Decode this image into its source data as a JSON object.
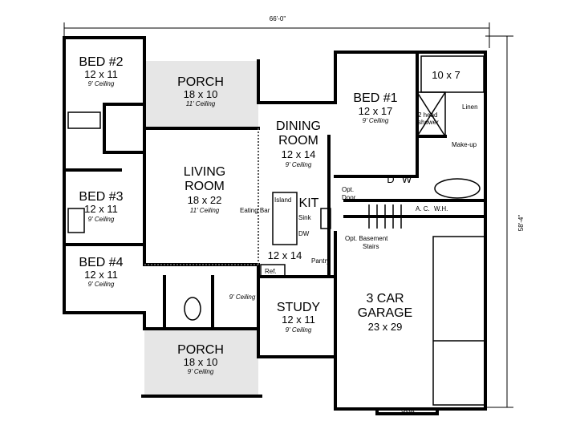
{
  "overall": {
    "width": "66'-0\"",
    "depth": "58'-4\""
  },
  "rooms": {
    "bed2": {
      "name": "BED #2",
      "size": "12 x 11",
      "ceiling": "9' Ceiling"
    },
    "porch_front": {
      "name": "PORCH",
      "size": "18 x 10",
      "ceiling": "11' Ceiling"
    },
    "dining": {
      "name": "DINING",
      "name2": "ROOM",
      "size": "12 x 14",
      "ceiling": "9' Ceiling"
    },
    "bed1": {
      "name": "BED #1",
      "size": "12 x 17",
      "ceiling": "9' Ceiling"
    },
    "closet": {
      "size": "10 x 7"
    },
    "living": {
      "name": "LIVING",
      "name2": "ROOM",
      "size": "18 x 22",
      "ceiling": "11' Ceiling"
    },
    "bed3": {
      "name": "BED #3",
      "size": "12 x 11",
      "ceiling": "9' Ceiling"
    },
    "kitchen": {
      "name": "KIT",
      "size": "12 x 14"
    },
    "bed4": {
      "name": "BED #4",
      "size": "12 x 11",
      "ceiling": "9' Ceiling"
    },
    "hall": {
      "ceiling": "9' Ceiling"
    },
    "study": {
      "name": "STUDY",
      "size": "12 x 11",
      "ceiling": "9' Ceiling"
    },
    "porch_rear": {
      "name": "PORCH",
      "size": "18 x 10",
      "ceiling": "9' Ceiling"
    },
    "garage": {
      "name": "3 CAR",
      "name2": "GARAGE",
      "size": "23 x 29"
    }
  },
  "labels": {
    "island": "Island",
    "eating_bar": "Eating Bar",
    "sink": "Sink",
    "dw": "DW",
    "pantry": "Pantry",
    "ref": "Ref.",
    "opt_door1": "Opt.",
    "opt_door2": "Door",
    "dryer": "D",
    "washer": "W",
    "ac": "A. C.",
    "wh": "W.H.",
    "basement1": "Opt. Basement",
    "basement2": "Stairs",
    "shower1": "2 head",
    "shower2": "shower",
    "linen": "Linen",
    "makeup": "Make-up",
    "seat": "Seat"
  }
}
